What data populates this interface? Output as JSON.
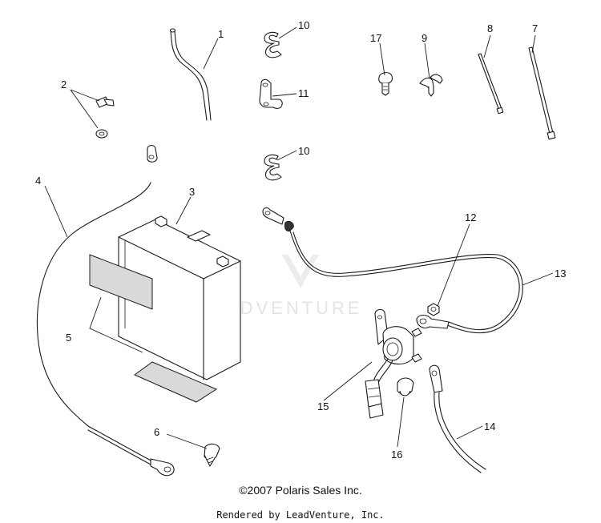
{
  "diagram": {
    "callouts": {
      "c1": "1",
      "c2": "2",
      "c3": "3",
      "c4": "4",
      "c5": "5",
      "c6": "6",
      "c7": "7",
      "c8": "8",
      "c9": "9",
      "c10a": "10",
      "c10b": "10",
      "c11": "11",
      "c12": "12",
      "c13": "13",
      "c14": "14",
      "c15": "15",
      "c16": "16",
      "c17": "17"
    },
    "watermark": "LEADVENTURE",
    "copyright": "©2007 Polaris Sales Inc.",
    "rendered_by": "Rendered by LeadVenture, Inc."
  }
}
